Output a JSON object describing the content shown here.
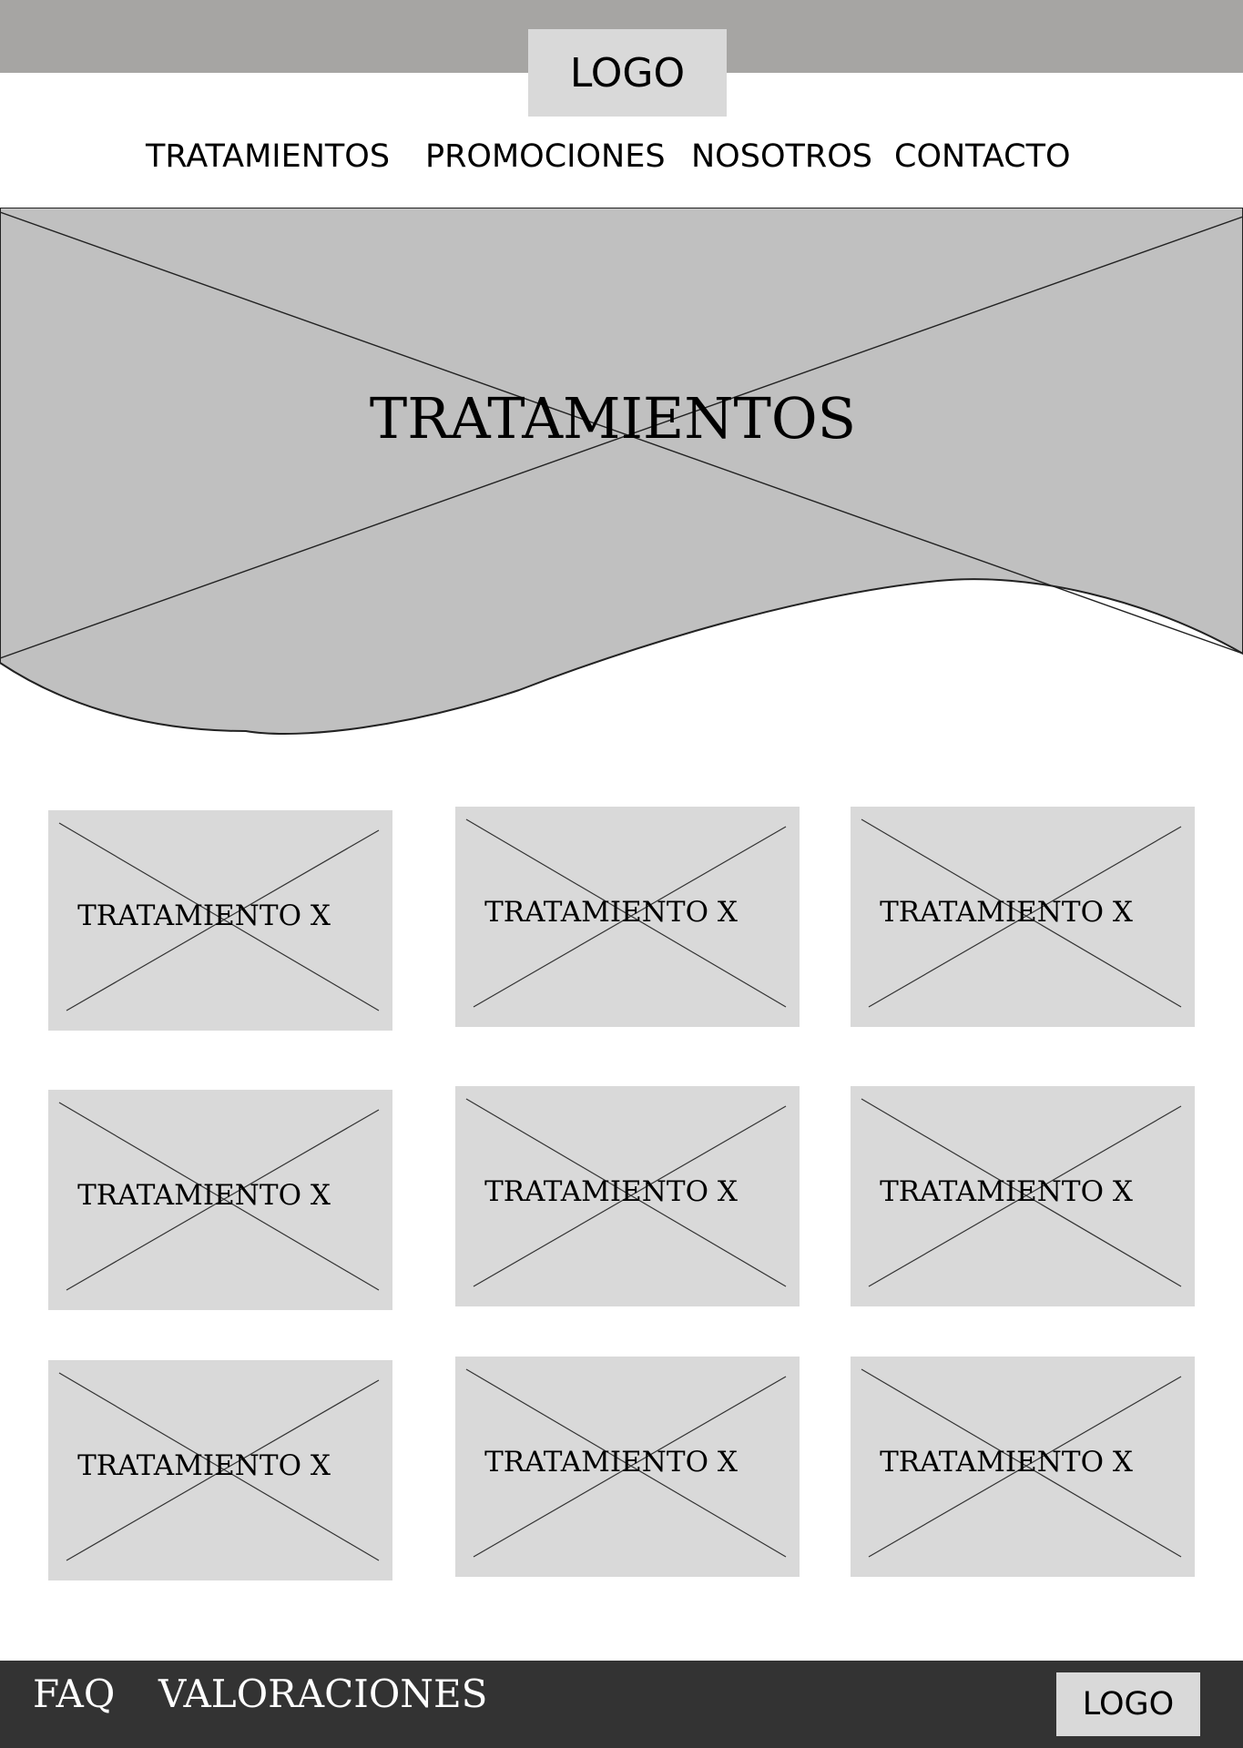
{
  "header": {
    "logo": "LOGO"
  },
  "nav": {
    "items": [
      {
        "label": "TRATAMIENTOS"
      },
      {
        "label": "PROMOCIONES"
      },
      {
        "label": "NOSOTROS"
      },
      {
        "label": "CONTACTO"
      }
    ]
  },
  "hero": {
    "title": "TRATAMIENTOS"
  },
  "cards": [
    {
      "label": "TRATAMIENTO X"
    },
    {
      "label": "TRATAMIENTO X"
    },
    {
      "label": "TRATAMIENTO X"
    },
    {
      "label": "TRATAMIENTO X"
    },
    {
      "label": "TRATAMIENTO X"
    },
    {
      "label": "TRATAMIENTO X"
    },
    {
      "label": "TRATAMIENTO X"
    },
    {
      "label": "TRATAMIENTO X"
    },
    {
      "label": "TRATAMIENTO X"
    }
  ],
  "footer": {
    "links": [
      {
        "label": "FAQ"
      },
      {
        "label": "VALORACIONES"
      }
    ],
    "logo": "LOGO"
  },
  "colors": {
    "topbar": "#a6a5a3",
    "placeholder_light": "#d9d9d9",
    "hero_fill": "#c0c0c0",
    "footer": "#333333"
  }
}
